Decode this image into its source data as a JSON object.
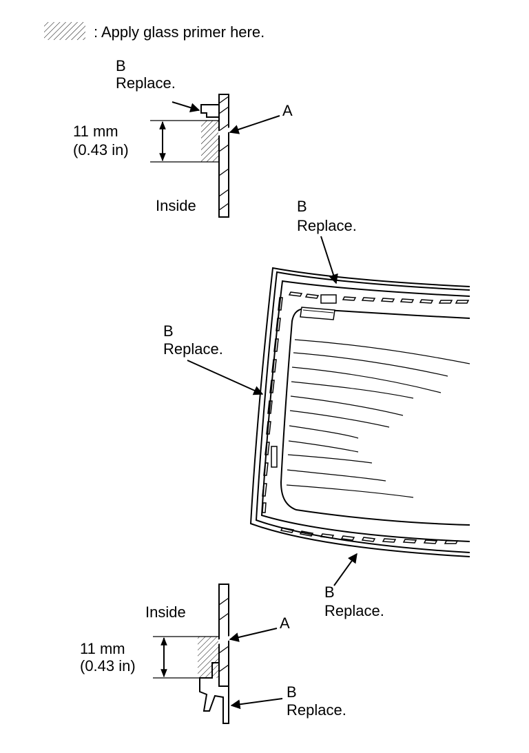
{
  "legend": {
    "text": ": Apply glass primer here."
  },
  "top_detail": {
    "callout_b": {
      "letter": "B",
      "text": "Replace."
    },
    "callout_a": "A",
    "dimension": {
      "value": "11 mm",
      "inches": "(0.43 in)"
    },
    "inside_label": "Inside"
  },
  "main_view": {
    "callout_b_top": {
      "letter": "B",
      "text": "Replace."
    },
    "callout_b_left": {
      "letter": "B",
      "text": "Replace."
    },
    "callout_b_bottom": {
      "letter": "B",
      "text": "Replace."
    }
  },
  "bottom_detail": {
    "inside_label": "Inside",
    "callout_a": "A",
    "dimension": {
      "value": "11 mm",
      "inches": "(0.43 in)"
    },
    "callout_b": {
      "letter": "B",
      "text": "Replace."
    }
  }
}
